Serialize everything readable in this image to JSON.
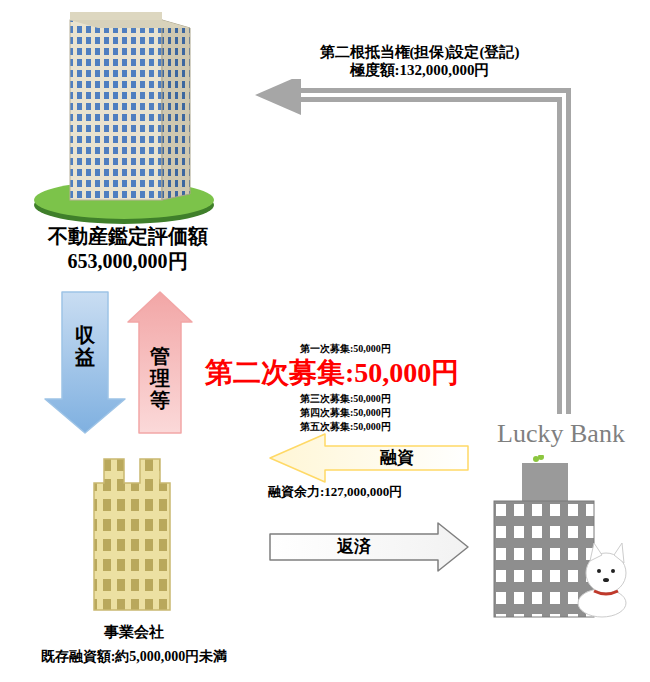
{
  "diagram": {
    "nodes": [
      {
        "text": [
          "不動産鑑定評価額",
          "653,000,000円"
        ]
      },
      {
        "text": [
          "事業会社",
          "既存融資額:約5,000,000円未満"
        ]
      },
      {
        "text": [
          "Lucky Bank"
        ]
      }
    ],
    "edges": [
      {
        "from": 2,
        "to": 0,
        "arrow": "to",
        "label": "第二根抵当権(担保)設定(登記) 極度額:132,000,000円"
      },
      {
        "from": 0,
        "to": 1,
        "arrow": "to",
        "label": "収益"
      },
      {
        "from": 1,
        "to": 0,
        "arrow": "to",
        "label": "管理等"
      },
      {
        "from": 2,
        "to": 1,
        "arrow": "to",
        "label": "融資"
      },
      {
        "from": 1,
        "to": 2,
        "arrow": "to",
        "label": "返済"
      }
    ],
    "labels": [
      "第一次募集:50,000円",
      "第二次募集:50,000円",
      "第三次募集:50,000円",
      "第四次募集:50,000円",
      "第五次募集:50,000円",
      "融資余力:127,000,000円"
    ]
  }
}
